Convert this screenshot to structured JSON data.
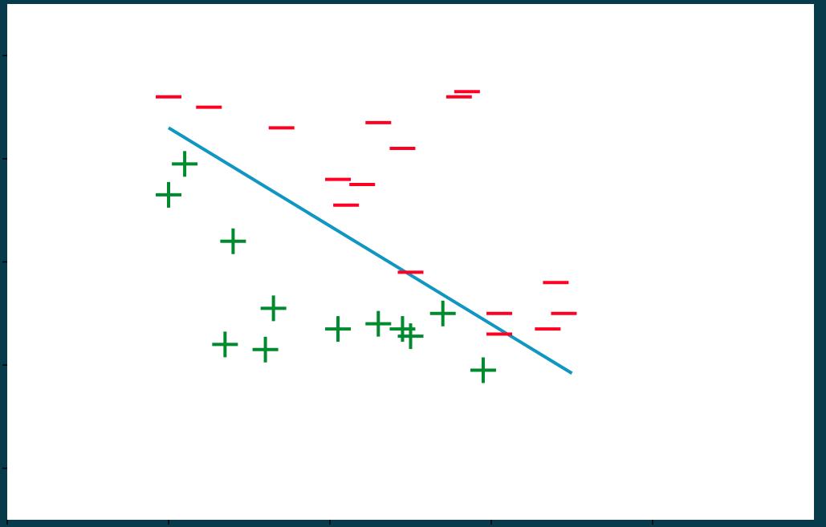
{
  "chart_data": {
    "type": "scatter",
    "title": "",
    "xlabel": "",
    "ylabel": "",
    "grid": false,
    "legend": "none",
    "xlim": [
      -1,
      4
    ],
    "ylim": [
      -0.5,
      4.5
    ],
    "x_ticks": [
      -1,
      0,
      1,
      2,
      3
    ],
    "y_ticks": [
      0,
      1,
      2,
      3,
      4
    ],
    "series": [
      {
        "marker": "minus",
        "color": "#ff0022",
        "points": [
          [
            0.0,
            3.6
          ],
          [
            0.25,
            3.5
          ],
          [
            0.7,
            3.3
          ],
          [
            1.05,
            2.8
          ],
          [
            1.2,
            2.75
          ],
          [
            1.1,
            2.55
          ],
          [
            1.3,
            3.35
          ],
          [
            1.45,
            3.1
          ],
          [
            1.5,
            1.9
          ],
          [
            1.8,
            3.6
          ],
          [
            1.85,
            3.65
          ],
          [
            2.05,
            1.5
          ],
          [
            2.05,
            1.3
          ],
          [
            2.35,
            1.35
          ],
          [
            2.4,
            1.8
          ],
          [
            2.45,
            1.5
          ]
        ]
      },
      {
        "marker": "plus",
        "color": "#008a2e",
        "points": [
          [
            0.1,
            2.95
          ],
          [
            0.0,
            2.65
          ],
          [
            0.4,
            2.2
          ],
          [
            0.65,
            1.55
          ],
          [
            0.35,
            1.2
          ],
          [
            0.6,
            1.15
          ],
          [
            1.05,
            1.35
          ],
          [
            1.3,
            1.4
          ],
          [
            1.45,
            1.35
          ],
          [
            1.5,
            1.28
          ],
          [
            1.7,
            1.5
          ],
          [
            1.95,
            0.95
          ]
        ]
      }
    ],
    "line": {
      "color": "#0f96c2",
      "points": [
        [
          0.0,
          3.3
        ],
        [
          2.5,
          0.92
        ]
      ]
    }
  }
}
